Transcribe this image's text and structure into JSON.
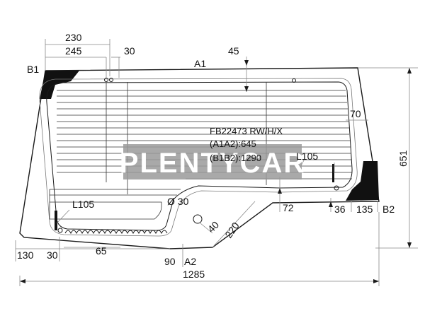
{
  "part_code": "FB22473 RW/H/X",
  "spec_a": "(A1A2):645",
  "spec_b": "(B1B2):1290",
  "watermark": "PLENTYCAR",
  "points": {
    "b1": "B1",
    "a1": "A1",
    "a2": "A2",
    "b2": "B2"
  },
  "dims": {
    "d230": "230",
    "d245": "245",
    "d30_top": "30",
    "d45": "45",
    "d70": "70",
    "d651": "651",
    "l105_right": "L105",
    "l105_left": "L105",
    "circle30": "Ø 30",
    "d72": "72",
    "d36": "36",
    "d135": "135",
    "d40": "40",
    "d220": "220",
    "d130": "130",
    "d30_bottom": "30",
    "d65": "65",
    "d90": "90",
    "d1285": "1285"
  },
  "colors": {
    "line": "#1a1a1a",
    "frame_line": "#888888",
    "fill_black": "#111111",
    "watermark_bg": "#9a9a9a",
    "watermark_text": "#ffffff"
  }
}
